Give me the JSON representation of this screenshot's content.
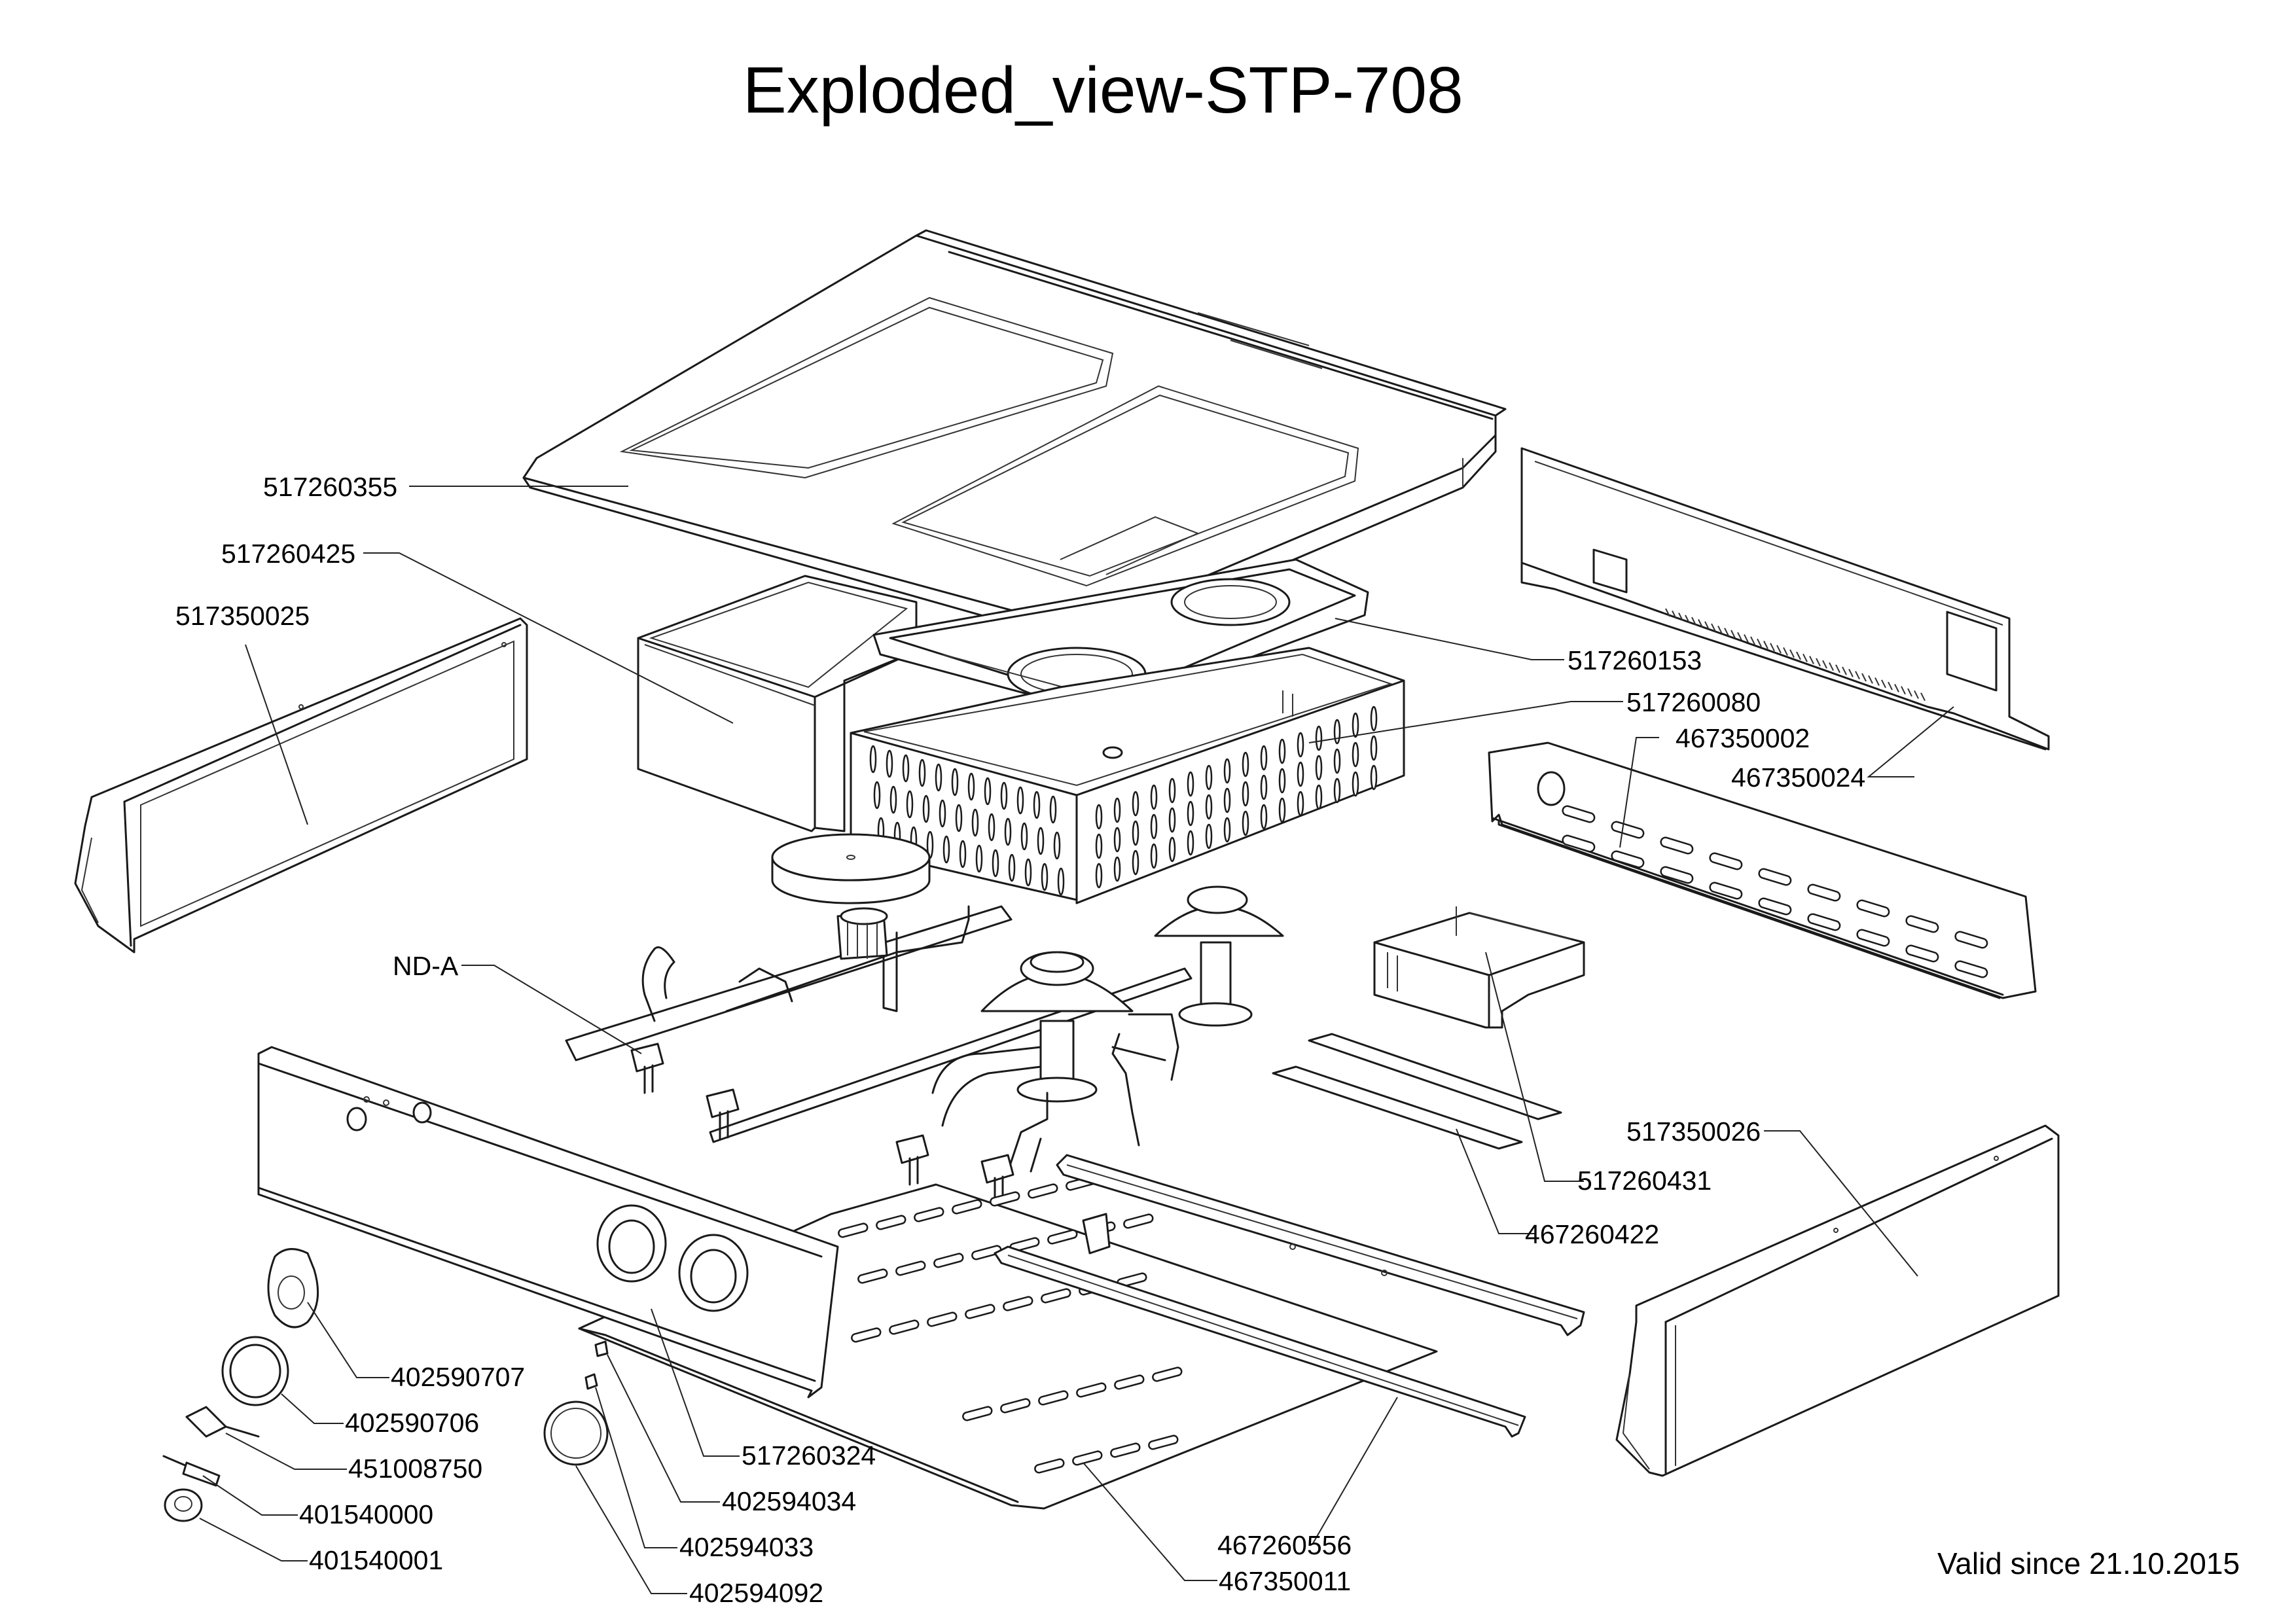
{
  "title": "Exploded_view-STP-708",
  "footer": "Valid since 21.10.2015",
  "parts": [
    {
      "id": "lid-frame",
      "number": "517260355"
    },
    {
      "id": "left-tray",
      "number": "517260425"
    },
    {
      "id": "left-side-panel",
      "number": "517350025"
    },
    {
      "id": "griddle-pan",
      "number": "517260153"
    },
    {
      "id": "burner-box",
      "number": "517260080"
    },
    {
      "id": "rear-bracket",
      "number": "467350002"
    },
    {
      "id": "rear-panel",
      "number": "467350024"
    },
    {
      "id": "gas-valve",
      "number": "ND-A"
    },
    {
      "id": "right-side-panel",
      "number": "517350026"
    },
    {
      "id": "drip-box",
      "number": "517260431"
    },
    {
      "id": "support-strips",
      "number": "467260422"
    },
    {
      "id": "knob-bezel",
      "number": "402590707"
    },
    {
      "id": "control-knob",
      "number": "402590706"
    },
    {
      "id": "spring-clip",
      "number": "451008750"
    },
    {
      "id": "igniter-electrode",
      "number": "401540000"
    },
    {
      "id": "igniter-button",
      "number": "401540001"
    },
    {
      "id": "control-panel",
      "number": "517260324"
    },
    {
      "id": "clip-square",
      "number": "402594034"
    },
    {
      "id": "nut-small",
      "number": "402594033"
    },
    {
      "id": "ring-washer",
      "number": "402594092"
    },
    {
      "id": "front-rail",
      "number": "467260556"
    },
    {
      "id": "bottom-plate",
      "number": "467350011"
    }
  ]
}
